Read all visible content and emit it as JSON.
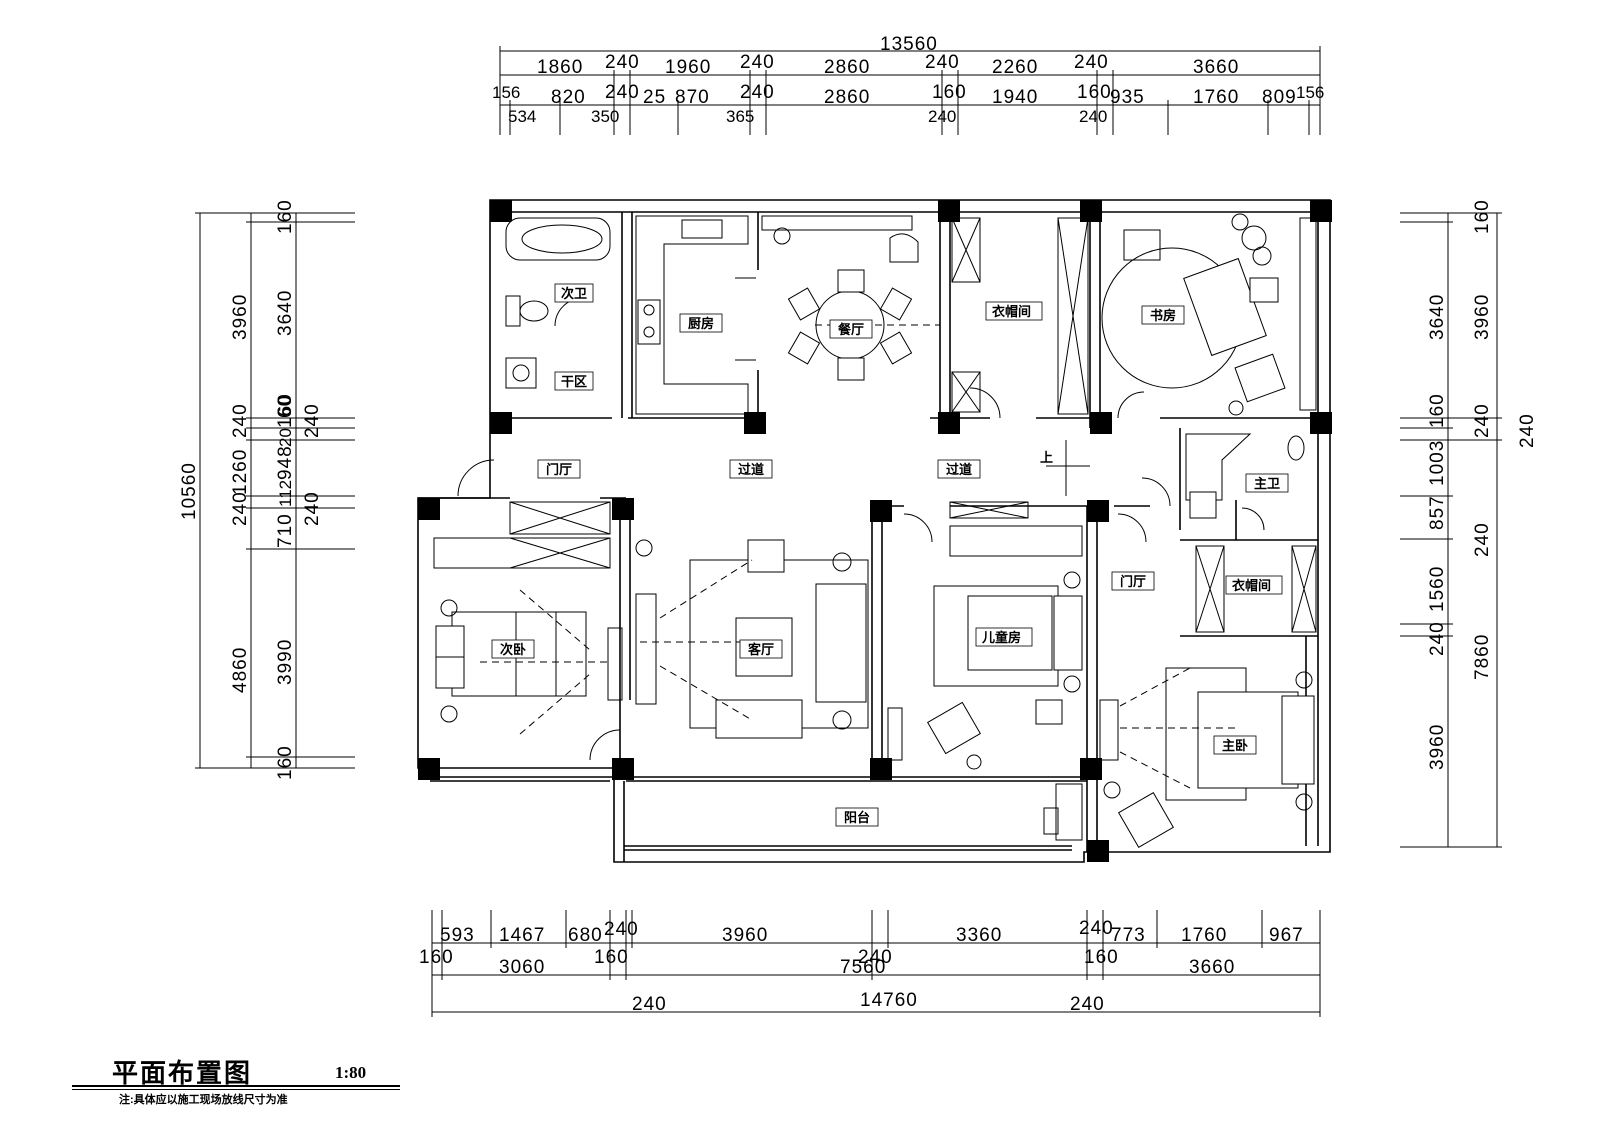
{
  "plan": {
    "title": "平面布置图",
    "scale": "1:80",
    "note": "注:具体应以施工现场放线尺寸为准",
    "rooms": {
      "secondary_bath": "次卫",
      "dry_area": "干区",
      "kitchen": "厨房",
      "dining": "餐厅",
      "cloakroom_top": "衣帽间",
      "study": "书房",
      "foyer_left": "门厅",
      "corridor_1": "过道",
      "corridor_2": "过道",
      "master_bath": "主卫",
      "foyer_right": "门厅",
      "cloakroom_right": "衣帽间",
      "second_bedroom": "次卧",
      "living_room": "客厅",
      "kids_room": "儿童房",
      "master_bedroom": "主卧",
      "balcony": "阳台",
      "stairs_up": "上"
    }
  },
  "dims": {
    "top_total": "13560",
    "top_row1": [
      "1860",
      "240",
      "1960",
      "240",
      "2860",
      "240",
      "2260",
      "240",
      "3660"
    ],
    "top_row2": [
      "156",
      "820",
      "240",
      "25",
      "870",
      "240",
      "2860",
      "160",
      "1940",
      "160",
      "935",
      "1760",
      "809",
      "156"
    ],
    "top_row3": [
      "534",
      "350",
      "365",
      "240",
      "240"
    ],
    "bottom_row1": [
      "593",
      "1467",
      "680",
      "240",
      "3960",
      "3360",
      "240",
      "773",
      "1760",
      "967"
    ],
    "bottom_row2": [
      "160",
      "3060",
      "160",
      "7560",
      "240",
      "160",
      "3660"
    ],
    "bottom_total": "14760",
    "bottom_row3": [
      "240",
      "240"
    ],
    "left_total": "10560",
    "left_col1": [
      "3960",
      "240",
      "1260",
      "240",
      "4860"
    ],
    "left_col2": [
      "160",
      "3640",
      "160",
      "20",
      "948",
      "112",
      "710",
      "3990",
      "160"
    ],
    "left_col3": [
      "60",
      "240",
      "240"
    ],
    "right_col1": [
      "160",
      "3640",
      "160",
      "1003",
      "857",
      "1560",
      "240",
      "3960"
    ],
    "right_col2": [
      "3960",
      "240",
      "240",
      "7860"
    ],
    "right_col3": [
      "240"
    ]
  }
}
